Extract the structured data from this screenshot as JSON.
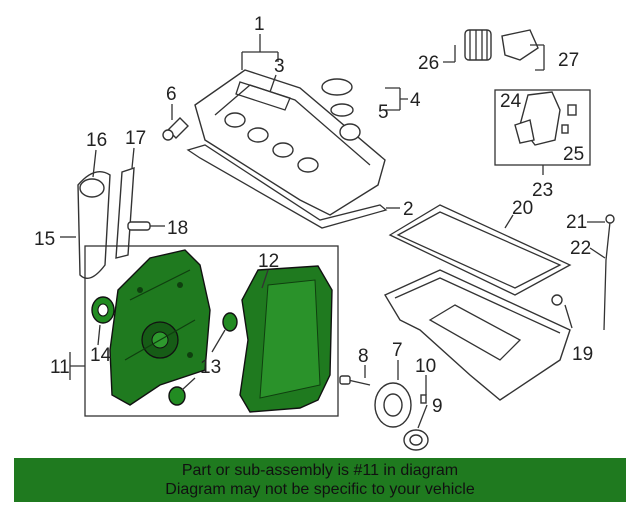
{
  "diagram": {
    "callouts": {
      "c1": "1",
      "c2": "2",
      "c3": "3",
      "c4": "4",
      "c5": "5",
      "c6": "6",
      "c7": "7",
      "c8": "8",
      "c9": "9",
      "c10": "10",
      "c11": "11",
      "c12": "12",
      "c13": "13",
      "c14": "14",
      "c15": "15",
      "c16": "16",
      "c17": "17",
      "c18": "18",
      "c19": "19",
      "c20": "20",
      "c21": "21",
      "c22": "22",
      "c23": "23",
      "c24": "24",
      "c25": "25",
      "c26": "26",
      "c27": "27"
    },
    "highlight_color": "#1f7a1f"
  },
  "banner": {
    "line1": "Part or sub-assembly is #11 in diagram",
    "line2": "Diagram may not be specific to your vehicle",
    "background": "#1f7a1f"
  }
}
